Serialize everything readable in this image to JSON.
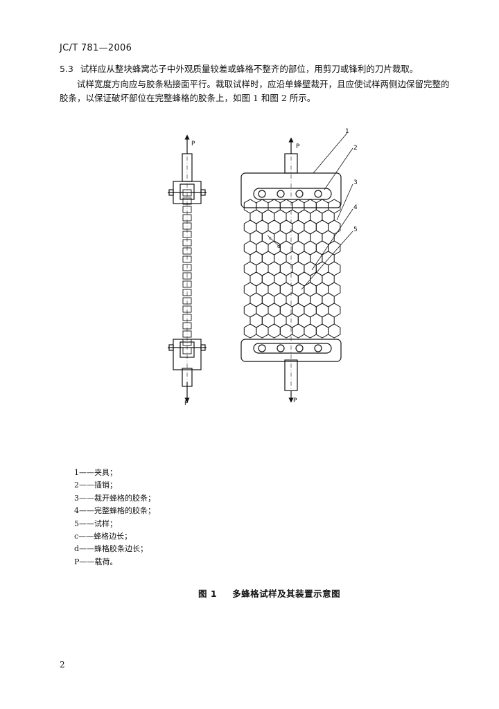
{
  "header": {
    "doc_code": "JC/T 781—2006"
  },
  "body": {
    "section_number": "5.3",
    "para1": "试样应从整块蜂窝芯子中外观质量较差或蜂格不整齐的部位，用剪刀或锋利的刀片裁取。",
    "para2": "试样宽度方向应与胶条粘接面平行。裁取试样时，应沿单蜂壁裁开，且应使试样两侧边保留完整的胶条，以保证破坏部位在完整蜂格的胶条上，如图 1 和图 2 所示。"
  },
  "figure": {
    "load_label": "P",
    "callouts": [
      "1",
      "2",
      "3",
      "4",
      "5"
    ],
    "dim_labels": [
      "c",
      "d"
    ]
  },
  "legend": [
    "1——夹具；",
    "2——插销；",
    "3——裁开蜂格的胶条；",
    "4——完整蜂格的胶条；",
    "5——试样；",
    "c——蜂格边长；",
    "d——蜂格胶条边长；",
    "P——载荷。"
  ],
  "caption": {
    "number": "图 1",
    "title": "多蜂格试样及其装置示意图"
  },
  "footer": {
    "page_number": "2"
  }
}
